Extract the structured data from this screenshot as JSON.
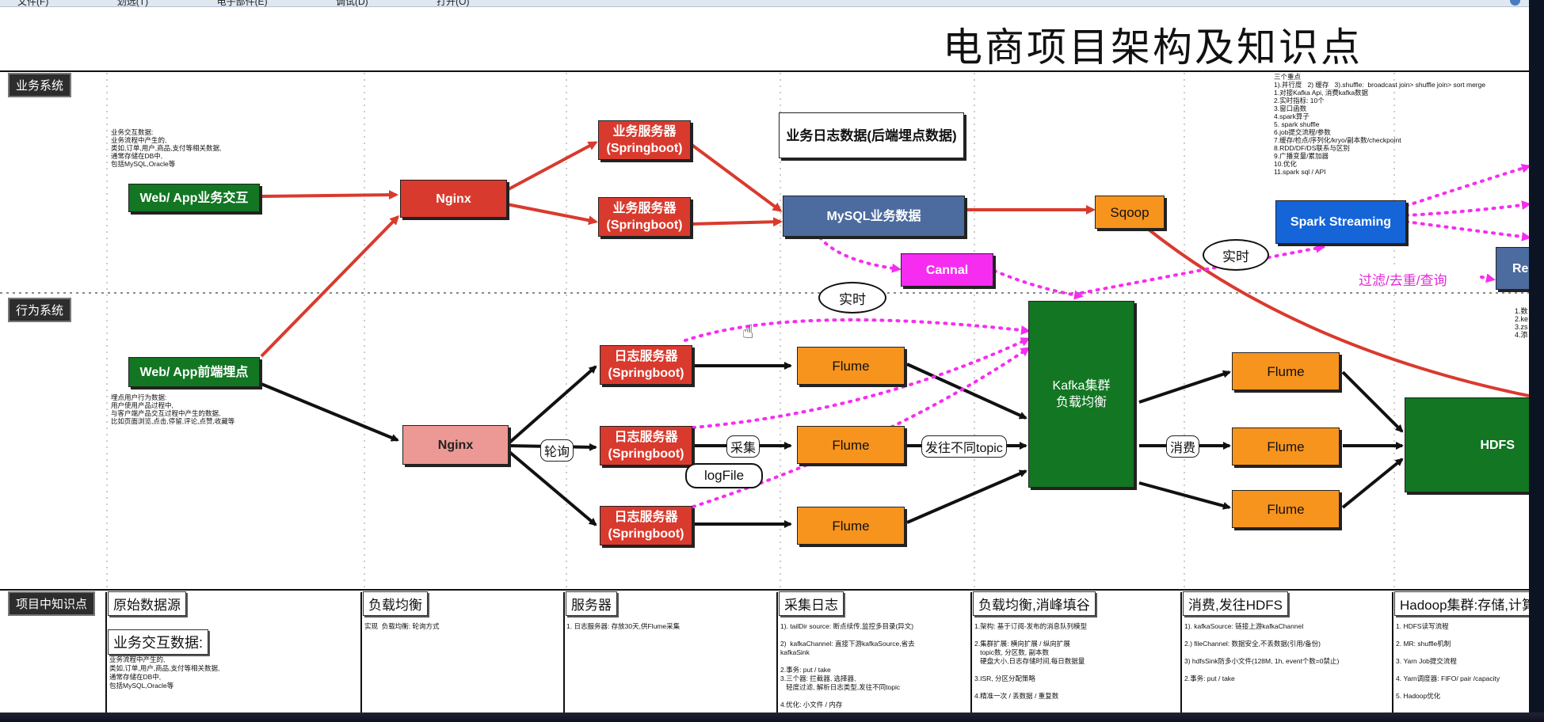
{
  "menu": [
    "文件(F)",
    "划选(T)",
    "电子部件(E)",
    "调试(D)",
    "打开(O)"
  ],
  "title": "电商项目架构及知识点",
  "lanes": {
    "business": "业务系统",
    "behavior": "行为系统",
    "knowledge": "项目中知识点"
  },
  "notes": {
    "business": "业务交互数据:\n业务流程中产生的,\n类如,订单,用户,商品,支付等相关数据,\n通常存储在DB中,\n包括MySQL,Oracle等",
    "behavior": "埋点用户行为数据:\n用户使用产品过程中,\n与客户端产品交互过程中产生的数据,\n比如页面浏览,点击,停留,评论,点赞,收藏等",
    "spark": "三个重点\n1).并行度   2) 缓存   3).shuffle:  broadcast join> shuffle join> sort merge\n1.对接Kafka Api, 消费kafka数据\n2.实时指标: 10个\n3.窗口函数\n4.spark算子\n5. spark shuffle\n6.job提交流程/参数\n7.缓存/检点/序列化/kryo/副本数/checkpoint\n8.RDD/DF/DS联系与区别\n9.广播变量/累加器\n10.优化\n11.spark sql / API",
    "redis": "1.数\n2.ke\n3.zs\n4.添"
  },
  "nodes": {
    "web_app_business": "Web/ App业务交互",
    "nginx_top": "Nginx",
    "biz_server_1": "业务服务器\n(Springboot)",
    "biz_server_2": "业务服务器\n(Springboot)",
    "biz_log_box": "业务日志数据(后端埋点数据)",
    "mysql": "MySQL业务数据",
    "sqoop": "Sqoop",
    "canal": "Cannal",
    "spark_streaming": "Spark Streaming",
    "redis_partial": "Re",
    "web_app_tracking": "Web/ App前端埋点",
    "nginx_bottom": "Nginx",
    "log_server_1": "日志服务器\n(Springboot)",
    "log_server_2": "日志服务器\n(Springboot)",
    "log_server_3": "日志服务器\n(Springboot)",
    "flume_1": "Flume",
    "flume_2": "Flume",
    "flume_3": "Flume",
    "kafka": "Kafka集群\n负载均衡",
    "flume_4": "Flume",
    "flume_5": "Flume",
    "flume_6": "Flume",
    "hdfs": "HDFS"
  },
  "edge_labels": {
    "lunxun": "轮询",
    "caiji": "采集",
    "topic": "发往不同topic",
    "xiaofei": "消费",
    "logfile": "logFile",
    "realtime_1": "实时",
    "realtime_2": "实时",
    "filter": "过滤/去重/查询"
  },
  "knowledge": [
    {
      "head": "原始数据源",
      "sub": "业务交互数据:",
      "text": "业务流程中产生的,\n类如,订单,用户,商品,支付等相关数据,\n通常存储在DB中,\n包括MySQL,Oracle等"
    },
    {
      "head": "负载均衡",
      "text": "实现  负载均衡: 轮询方式"
    },
    {
      "head": "服务器",
      "text": "1. 日志服务器: 存放30天,供Flume采集"
    },
    {
      "head": "采集日志",
      "text": "1). tailDir source: 断点续传,监控多目录(异文)\n\n2)  kafkaChannel: 直接下游kafkaSource,省去\nkafkaSink\n\n2.事务: put / take\n3.三个器: 拦截器, 选择器,\n   轻度过滤, 解析日志类型,发往不同topic\n\n4.优化: 小文件 / 内存"
    },
    {
      "head": "负载均衡,消峰填谷",
      "text": "1.架构: 基于订阅-发布的消息队列模型\n\n2.集群扩展: 横向扩展 / 纵向扩展\n   topic数, 分区数, 副本数\n   硬盘大小,日志存储时间,每日数据量\n\n3.ISR, 分区分配策略\n\n4.精准一次 / 丢数据 / 重复数"
    },
    {
      "head": "消费,发往HDFS",
      "text": "1). kafkaSource: 链接上游kafkaChannel\n\n2.) fileChannel: 数据安全,不丢数据(引用/备份)\n\n3) hdfsSink防多小文件(128M, 1h, event个数=0禁止)\n\n2.事务: put / take"
    },
    {
      "head": "Hadoop集群:存储,计算",
      "text": "1. HDFS读写流程\n\n2. MR: shuffle机制\n\n3. Yarn Job提交流程\n\n4. Yarn调度器: FIFO/ pair /capacity\n\n5. Hadoop优化"
    }
  ]
}
